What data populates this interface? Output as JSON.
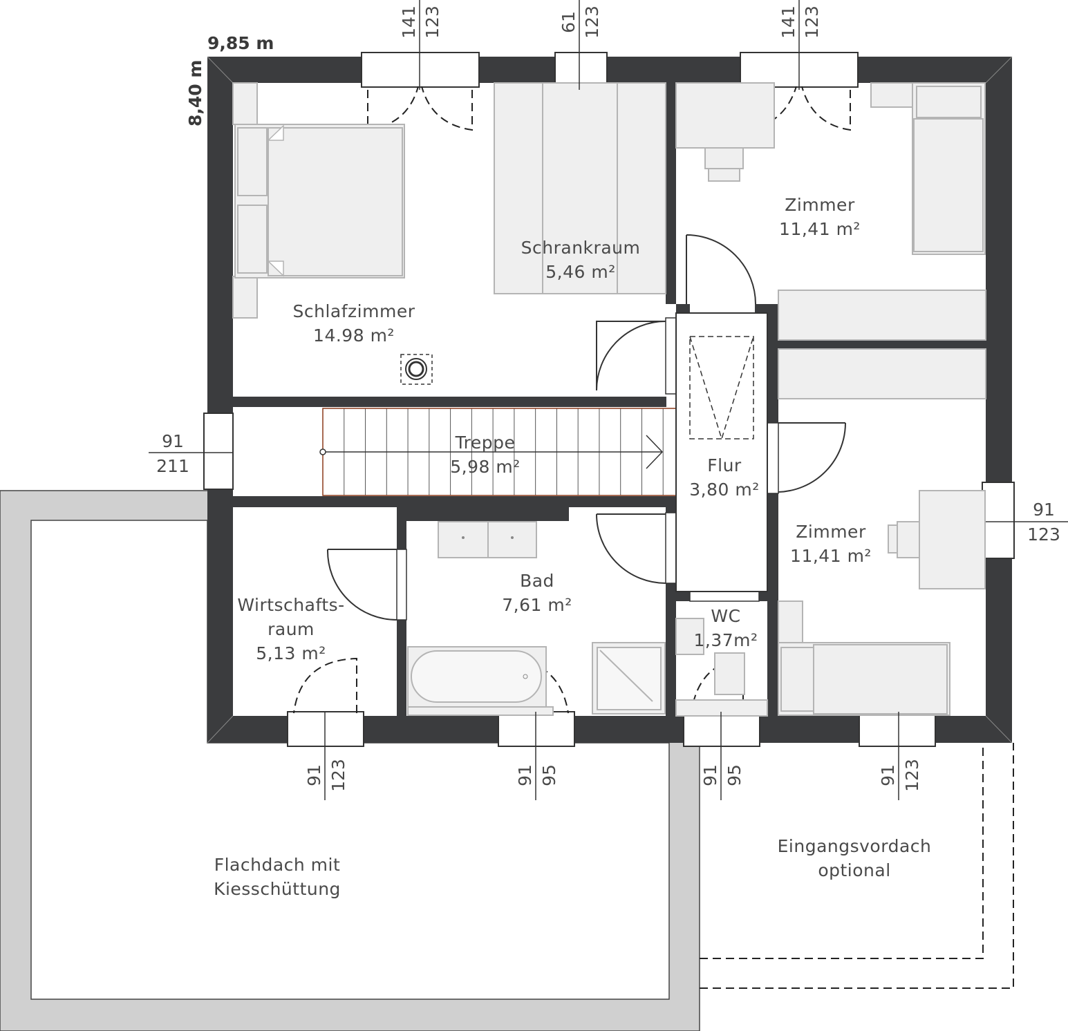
{
  "dimensions": {
    "width": "9,85 m",
    "depth": "8,40 m"
  },
  "rooms": {
    "schlafzimmer": {
      "name": "Schlafzimmer",
      "area": "14.98 m²"
    },
    "schrankraum": {
      "name": "Schrankraum",
      "area": "5,46 m²"
    },
    "zimmer_top": {
      "name": "Zimmer",
      "area": "11,41 m²"
    },
    "treppe": {
      "name": "Treppe",
      "area": "5,98 m²"
    },
    "flur": {
      "name": "Flur",
      "area": "3,80 m²"
    },
    "zimmer_bottom": {
      "name": "Zimmer",
      "area": "11,41 m²"
    },
    "bad": {
      "name": "Bad",
      "area": "7,61 m²"
    },
    "wc": {
      "name": "WC",
      "area": "1,37m²"
    },
    "wirtschaftsraum": {
      "name_line1": "Wirtschafts-",
      "name_line2": "raum",
      "area": "5,13 m²"
    }
  },
  "outdoor": {
    "flachdach": {
      "line1": "Flachdach mit",
      "line2": "Kiesschüttung"
    },
    "vordach": {
      "line1": "Eingangsvordach",
      "line2": "optional"
    }
  },
  "windows": {
    "top_1": {
      "width": "141",
      "height": "123"
    },
    "top_2": {
      "width": "61",
      "height": "123"
    },
    "top_3": {
      "width": "141",
      "height": "123"
    },
    "left": {
      "width": "91",
      "height": "211"
    },
    "right": {
      "width": "91",
      "height": "123"
    },
    "bottom_1": {
      "width": "91",
      "height": "123"
    },
    "bottom_2": {
      "width": "91",
      "height": "95"
    },
    "bottom_3": {
      "width": "91",
      "height": "95"
    },
    "bottom_4": {
      "width": "91",
      "height": "123"
    }
  },
  "colors": {
    "wall": "#3b3c3e",
    "roof_border": "#d0d0d0",
    "furniture": "#efefef",
    "stair": "#8b3a1a"
  }
}
